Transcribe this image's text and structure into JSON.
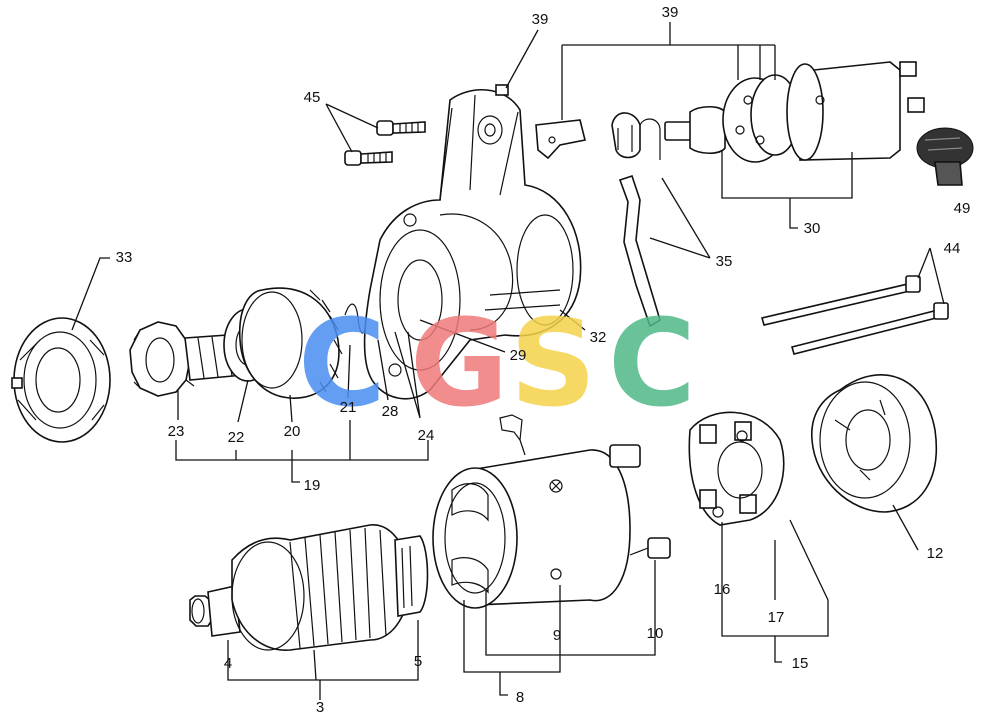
{
  "callouts": {
    "n3": "3",
    "n4": "4",
    "n5": "5",
    "n8": "8",
    "n9": "9",
    "n10": "10",
    "n12": "12",
    "n15": "15",
    "n16": "16",
    "n17": "17",
    "n19": "19",
    "n20": "20",
    "n21": "21",
    "n22": "22",
    "n23": "23",
    "n24": "24",
    "n28": "28",
    "n29": "29",
    "n30": "30",
    "n32": "32",
    "n33": "33",
    "n35": "35",
    "n39a": "39",
    "n39b": "39",
    "n44": "44",
    "n45": "45",
    "n49": "49"
  },
  "watermark": {
    "letters": [
      "C",
      "G",
      "S",
      "C"
    ],
    "colors": [
      "#4a8ef0",
      "#f07a7a",
      "#f5d34a",
      "#4fb887"
    ]
  }
}
